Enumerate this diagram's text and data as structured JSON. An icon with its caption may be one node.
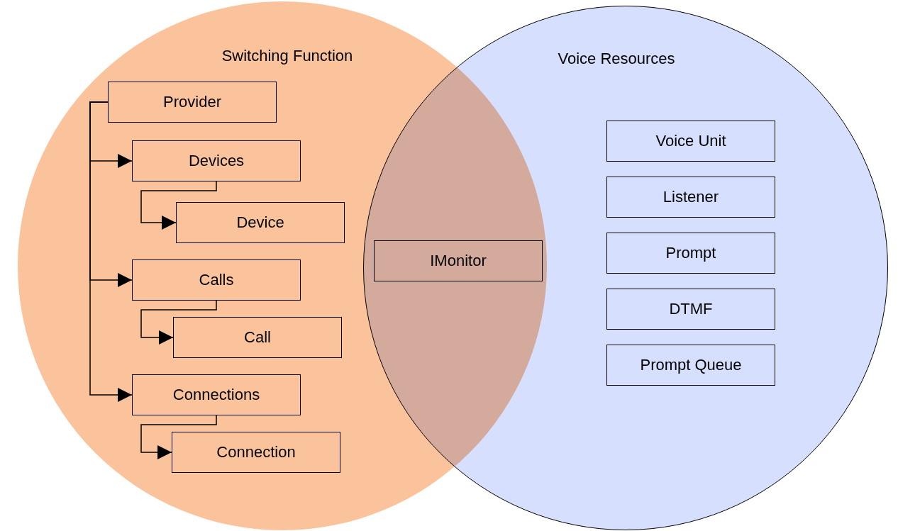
{
  "diagram": {
    "nodes": [
      {
        "text": [
          "Switching Function"
        ]
      },
      {
        "text": [
          "Voice Resources"
        ]
      },
      {
        "text": [
          "Provider"
        ],
        "in": 0
      },
      {
        "text": [
          "Devices"
        ],
        "in": 0
      },
      {
        "text": [
          "Device"
        ],
        "in": 0
      },
      {
        "text": [
          "Calls"
        ],
        "in": 0
      },
      {
        "text": [
          "Call"
        ],
        "in": 0
      },
      {
        "text": [
          "Connections"
        ],
        "in": 0
      },
      {
        "text": [
          "Connection"
        ],
        "in": 0
      },
      {
        "text": [
          "IMonitor"
        ]
      },
      {
        "text": [
          "Voice Unit"
        ],
        "in": 1
      },
      {
        "text": [
          "Listener"
        ],
        "in": 1
      },
      {
        "text": [
          "Prompt"
        ],
        "in": 1
      },
      {
        "text": [
          "DTMF"
        ],
        "in": 1
      },
      {
        "text": [
          "Prompt Queue"
        ],
        "in": 1
      }
    ],
    "edges": [
      {
        "from": 2,
        "to": 3,
        "arrow": "to"
      },
      {
        "from": 2,
        "to": 5,
        "arrow": "to"
      },
      {
        "from": 2,
        "to": 7,
        "arrow": "to"
      },
      {
        "from": 3,
        "to": 4,
        "arrow": "to"
      },
      {
        "from": 5,
        "to": 6,
        "arrow": "to"
      },
      {
        "from": 7,
        "to": 8,
        "arrow": "to"
      }
    ]
  }
}
